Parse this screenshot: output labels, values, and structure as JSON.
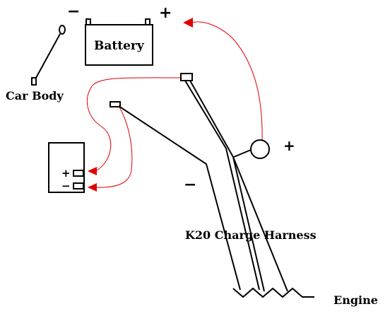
{
  "labels": {
    "battery": "Battery",
    "car_body": "Car Body",
    "harness": "K20 Charge Harness",
    "engine": "Engine"
  },
  "signs": {
    "battery_negative": "−",
    "battery_positive": "+",
    "unit_positive": "+",
    "unit_negative": "−",
    "harness_positive": "+",
    "harness_negative": "−"
  },
  "colors": {
    "line": "#000000",
    "accent_arrow": "#e00000"
  }
}
